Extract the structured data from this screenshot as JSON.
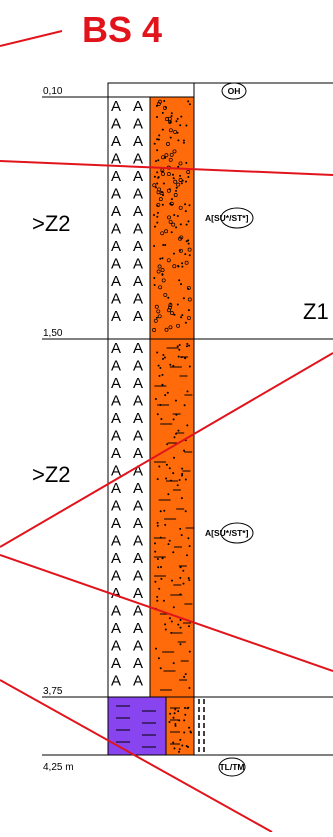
{
  "profile": {
    "title": "BS 4",
    "layers": [
      {
        "top": "0,10",
        "label": "OH"
      },
      {
        "top": "1,50",
        "label": "A[SU*/ST*]",
        "zone": ">Z2"
      },
      {
        "top": "3,75",
        "label": "A[SU*/ST*]",
        "zone": ">Z2"
      },
      {
        "top": "4,25 m",
        "label": "TL/TM"
      }
    ],
    "side_label": "Z1"
  },
  "colors": {
    "title": "#e1141c",
    "red_lines": "#e1141c",
    "fill_orange": "#ff6b0b",
    "fill_purple": "#8844ee"
  }
}
